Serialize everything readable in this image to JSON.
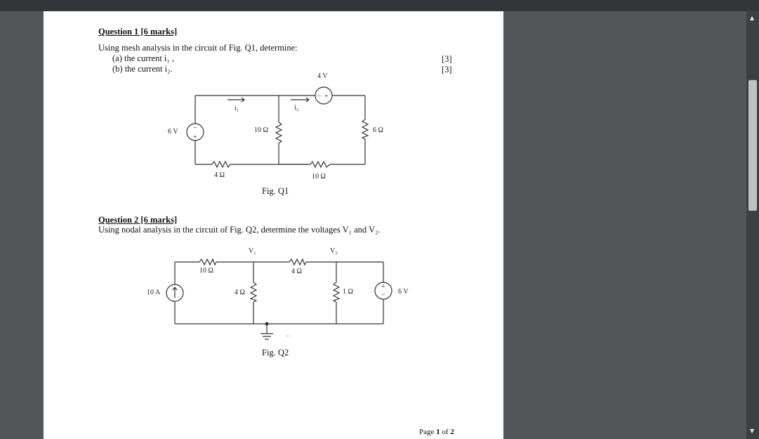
{
  "question1": {
    "heading": "Question 1 [6 marks]",
    "prompt": "Using mesh analysis in the circuit of Fig. Q1, determine:",
    "part_a": "(a) the current i₁ ,",
    "part_b": "(b) the current i₂.",
    "mark_a": "[3]",
    "mark_b": "[3]",
    "figure": {
      "caption": "Fig. Q1",
      "src_6v": "6 V",
      "src_4v": "4 V",
      "r_10_mid": "10 Ω",
      "r_6": "6 Ω",
      "r_4": "4 Ω",
      "r_10_bot": "10 Ω",
      "i1": "i₁",
      "i2": "i₂"
    }
  },
  "question2": {
    "heading": "Question 2 [6 marks]",
    "prompt": "Using nodal analysis in the circuit of Fig. Q2, determine the voltages V₁ and V₂.",
    "figure": {
      "caption": "Fig. Q2",
      "v1": "V₁",
      "v2": "V₂",
      "r_10": "10 Ω",
      "r_4_top": "4 Ω",
      "r_4_mid": "4 Ω",
      "r_1": "1 Ω",
      "src_10a": "10 A",
      "src_6v": "6 V",
      "dots": "..."
    }
  },
  "footer": {
    "page_prefix": "Page ",
    "page_current": "1",
    "page_sep": " of ",
    "page_total": "2"
  },
  "icons": [
    "scroll-up-arrow-icon",
    "scroll-down-arrow-icon"
  ],
  "colors": {
    "viewer_bg": "#525659",
    "toolbar": "#323639",
    "page": "#ffffff"
  }
}
